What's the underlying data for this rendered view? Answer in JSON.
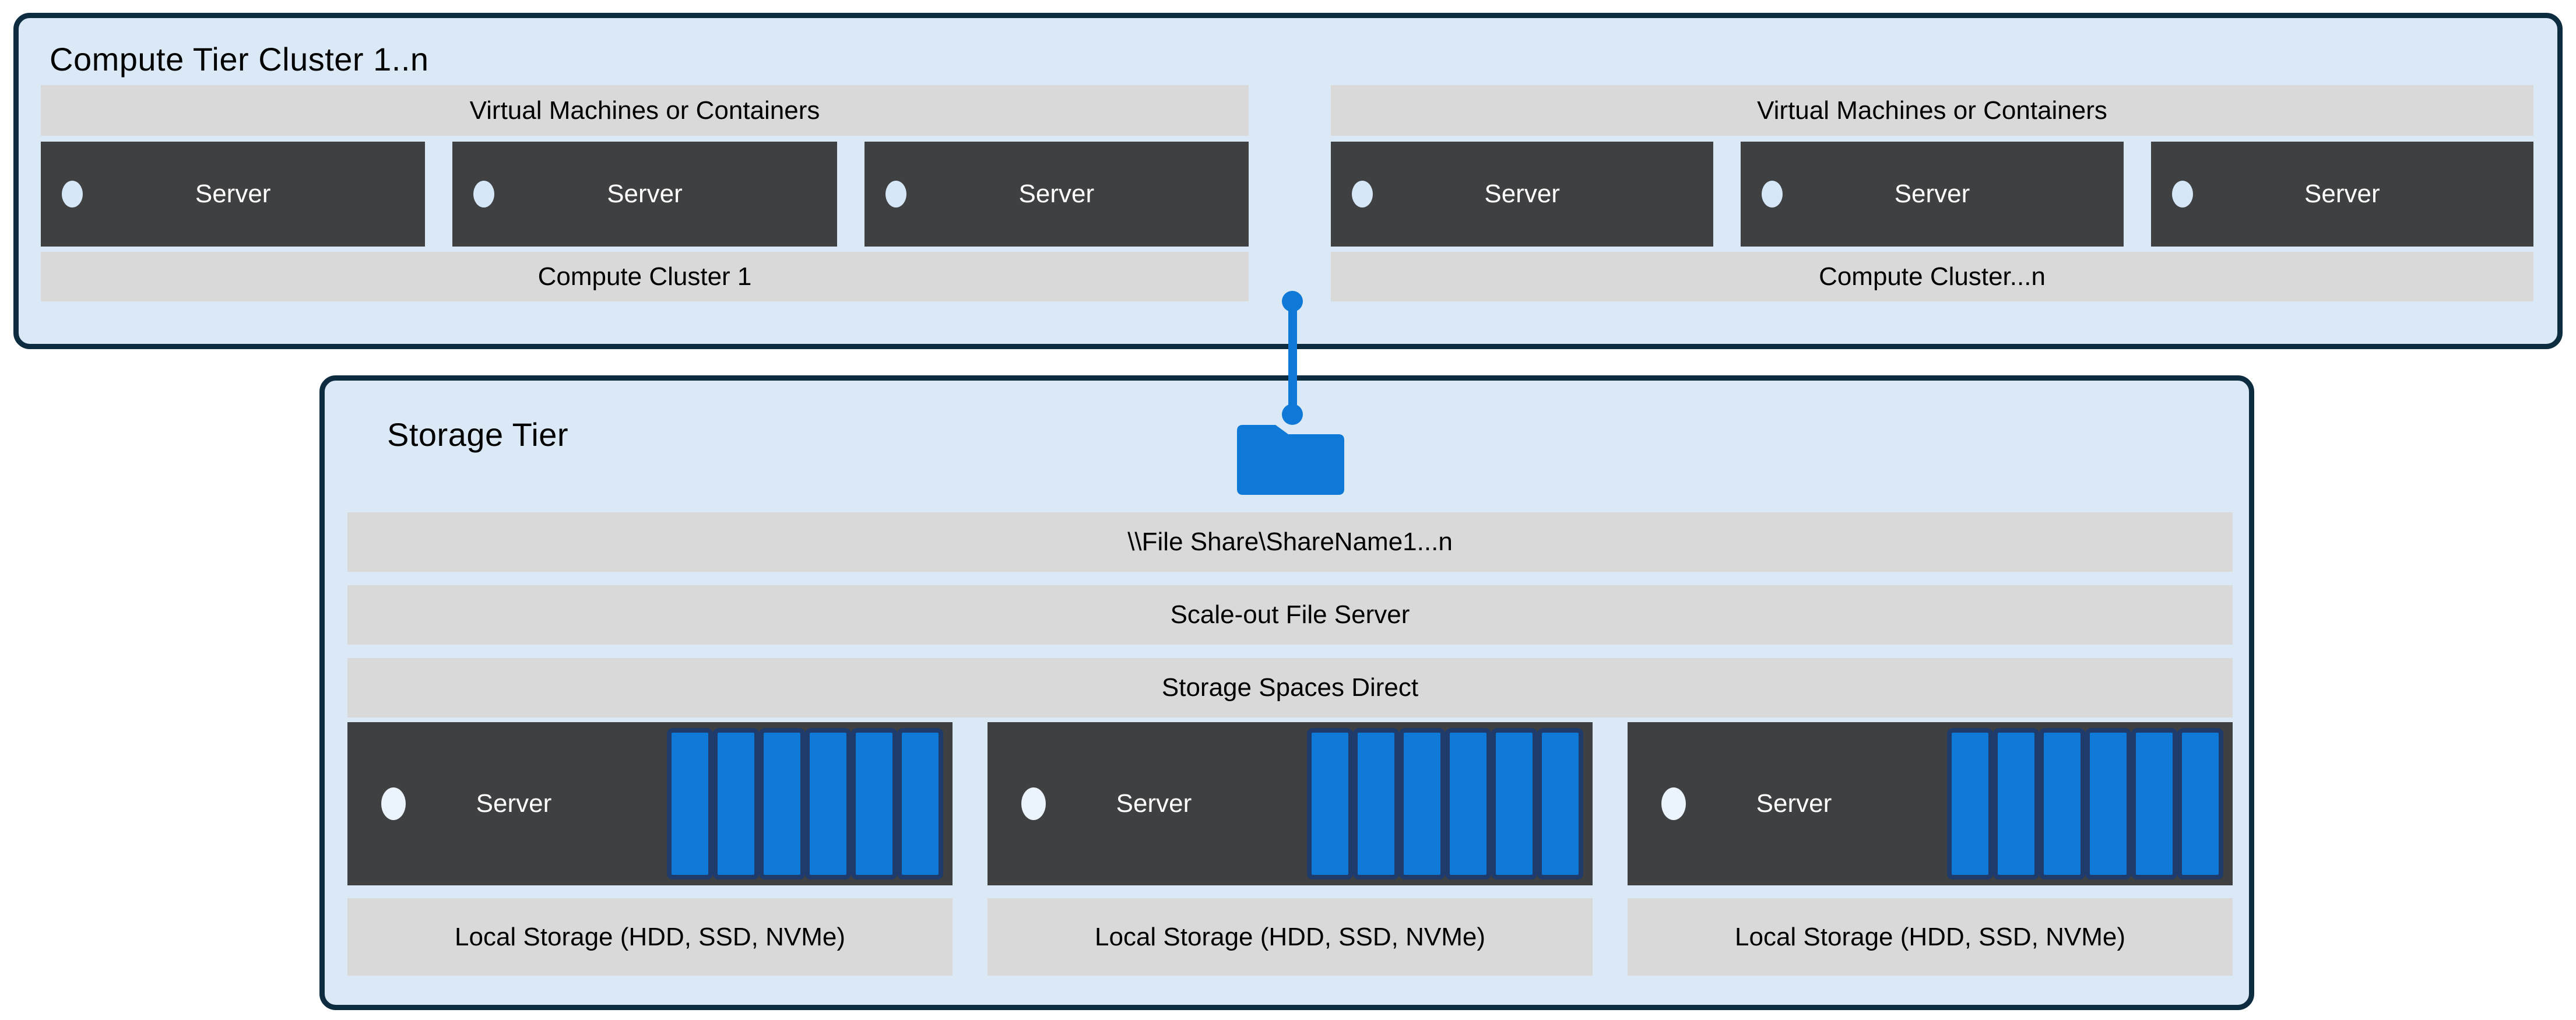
{
  "colors": {
    "accent_blue": "#0e79d6",
    "tier_border_navy": "#0e2c3f",
    "tier_fill_light_blue": "#dbe9f7",
    "bar_gray": "#d9d9d9",
    "server_dark_gray": "#3f4041",
    "disk_border_navy": "#1e3b6b",
    "led_compute": "#d6e8f8",
    "led_storage": "#ebf3fc"
  },
  "compute_tier": {
    "title": "Compute Tier Cluster 1..n",
    "clusters": [
      {
        "header": "Virtual Machines or Containers",
        "servers": [
          "Server",
          "Server",
          "Server"
        ],
        "footer": "Compute Cluster 1"
      },
      {
        "header": "Virtual Machines or Containers",
        "servers": [
          "Server",
          "Server",
          "Server"
        ],
        "footer": "Compute Cluster...n"
      }
    ]
  },
  "storage_tier": {
    "title": "Storage Tier",
    "icon": "file-share-folder-icon",
    "bars": [
      "\\\\File Share\\ShareName1...n",
      "Scale-out File Server",
      "Storage Spaces Direct"
    ],
    "nodes": [
      {
        "label": "Server",
        "disk_count": 6,
        "footer": "Local Storage (HDD, SSD, NVMe)"
      },
      {
        "label": "Server",
        "disk_count": 6,
        "footer": "Local Storage (HDD, SSD, NVMe)"
      },
      {
        "label": "Server",
        "disk_count": 6,
        "footer": "Local Storage (HDD, SSD, NVMe)"
      }
    ]
  }
}
